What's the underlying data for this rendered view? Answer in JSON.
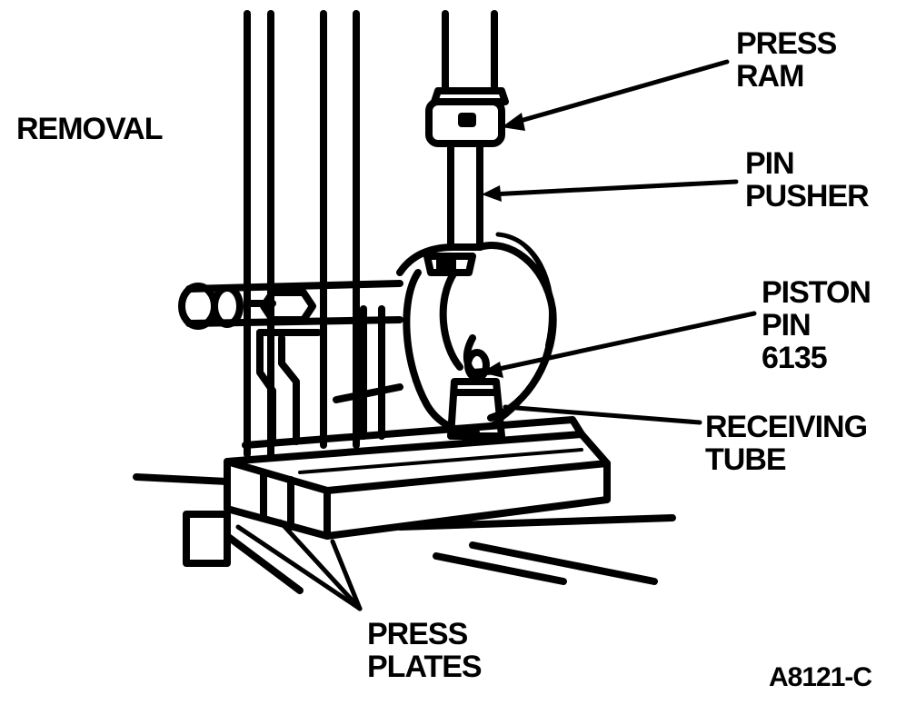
{
  "title": "REMOVAL",
  "figure_code": "A8121-C",
  "callouts": {
    "press_ram": [
      "PRESS",
      "RAM"
    ],
    "pin_pusher": [
      "PIN",
      "PUSHER"
    ],
    "piston_pin": [
      "PISTON",
      "PIN",
      "6135"
    ],
    "receiving_tube": [
      "RECEIVING",
      "TUBE"
    ],
    "press_plates": [
      "PRESS",
      "PLATES"
    ]
  },
  "colors": {
    "ink": "#000000",
    "paper": "#ffffff"
  }
}
